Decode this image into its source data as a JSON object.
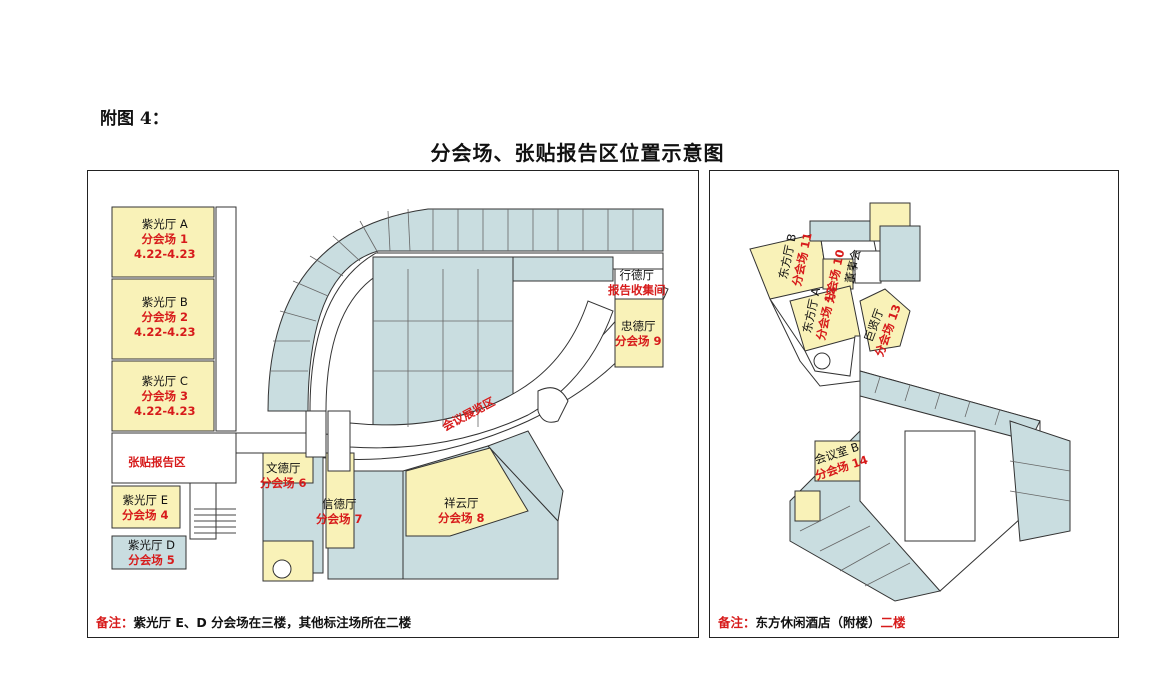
{
  "doc_label": "附图 4：",
  "title": "分会场、张贴报告区位置示意图",
  "left_plan": {
    "rooms": [
      {
        "name": "紫光厅 A",
        "venue": "分会场 1",
        "date": "4.22-4.23"
      },
      {
        "name": "紫光厅 B",
        "venue": "分会场 2",
        "date": "4.22-4.23"
      },
      {
        "name": "紫光厅 C",
        "venue": "分会场 3",
        "date": "4.22-4.23"
      },
      {
        "name": "紫光厅 E",
        "venue": "分会场 4"
      },
      {
        "name": "紫光厅 D",
        "venue": "分会场 5"
      },
      {
        "name": "文德厅",
        "venue": "分会场 6"
      },
      {
        "name": "信德厅",
        "venue": "分会场 7"
      },
      {
        "name": "祥云厅",
        "venue": "分会场 8"
      },
      {
        "name": "忠德厅",
        "venue": "分会场 9"
      },
      {
        "name": "行德厅",
        "venue": "报告收集间"
      }
    ],
    "poster_area": "张贴报告区",
    "exhibit_area": "会议展览区",
    "note_label": "备注：",
    "note_text": "紫光厅 E、D 分会场在三楼，其他标注场所在二楼"
  },
  "right_plan": {
    "rooms": [
      {
        "name": "东方厅 B",
        "venue": "分会场 11"
      },
      {
        "name": "分会场 10"
      },
      {
        "name": "董事会"
      },
      {
        "name": "东方厅 A",
        "venue": "分会场 12"
      },
      {
        "name": "巨贤厅",
        "venue": "分会场 13"
      },
      {
        "name": "会议室 B",
        "venue": "分会场 14"
      }
    ],
    "note_label": "备注：",
    "note_text": "东方休闲酒店（附楼）",
    "note_floor": "二楼"
  },
  "colors": {
    "room_yellow": "#f9f2b8",
    "blue_grey": "#c9dde0",
    "border": "#333333",
    "red": "#d71b1b"
  }
}
